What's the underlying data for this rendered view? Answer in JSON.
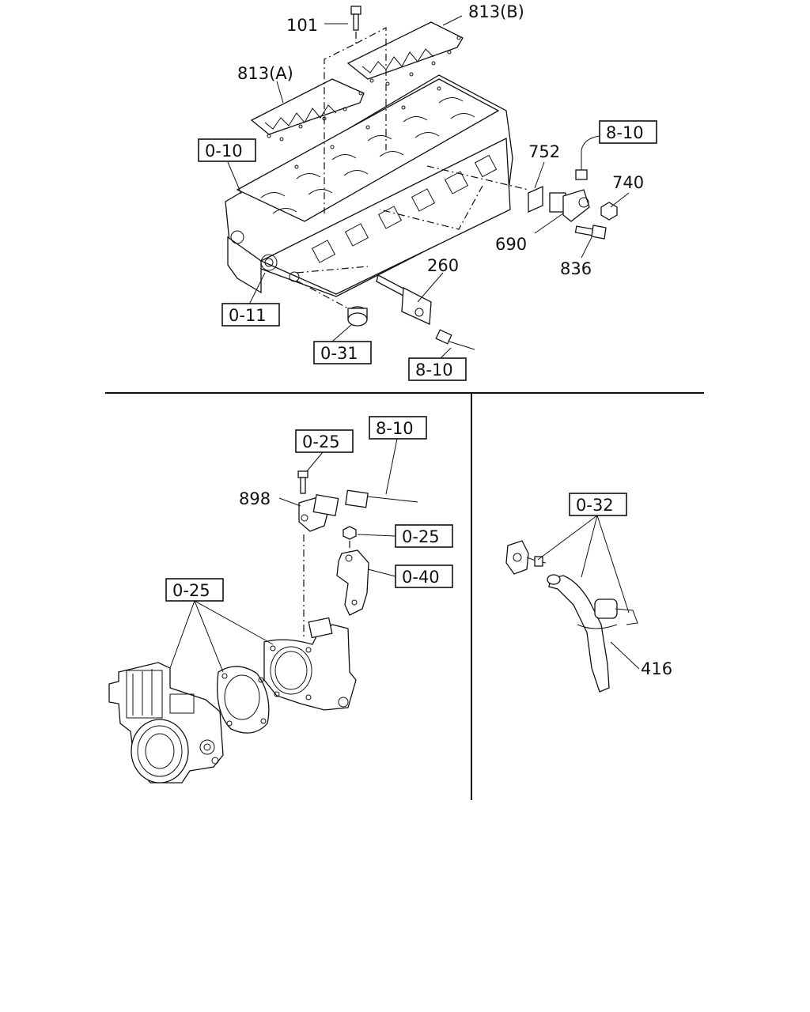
{
  "callouts": {
    "c101": "101",
    "c813b": "813(B)",
    "c813a": "813(A)",
    "c752": "752",
    "c740": "740",
    "c690": "690",
    "c836": "836",
    "c260": "260",
    "c898": "898",
    "c416": "416"
  },
  "refs": {
    "r010": "0-10",
    "r810a": "8-10",
    "r011": "0-11",
    "r031": "0-31",
    "r810b": "8-10",
    "r025a": "0-25",
    "r810c": "8-10",
    "r025b": "0-25",
    "r040": "0-40",
    "r025c": "0-25",
    "r032": "0-32"
  }
}
